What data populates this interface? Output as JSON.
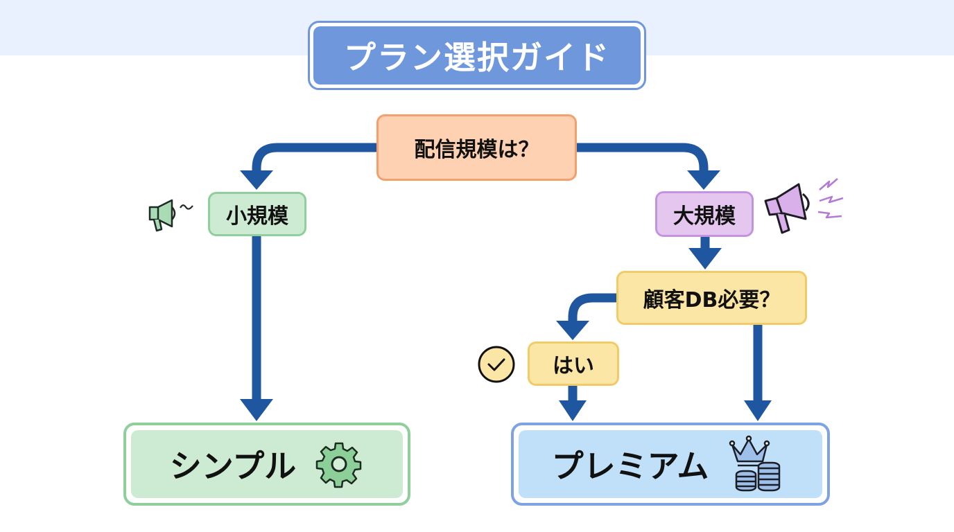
{
  "title": "プラン選択ガイド",
  "nodes": {
    "question_scale": "配信規模は？",
    "small_scale": "小規模",
    "large_scale": "大規模",
    "question_db": "顧客DB必要？",
    "yes": "はい"
  },
  "results": {
    "simple": {
      "label": "シンプル",
      "icon": "gear-icon"
    },
    "premium": {
      "label": "プレミアム",
      "icon": "crown-coins-icon"
    }
  },
  "icons": {
    "small_scale": "megaphone-quiet-icon",
    "large_scale": "megaphone-loud-icon",
    "yes": "checkmark-circle-icon"
  },
  "colors": {
    "arrow": "#1f56a0",
    "title": "#6f98dc",
    "question_scale": "#fdd1b1",
    "small_scale": "#cdebd2",
    "large_scale": "#e4c6ef",
    "question_db": "#fbe6a6",
    "simple": "#cdebd2",
    "premium": "#bfe0f8"
  }
}
